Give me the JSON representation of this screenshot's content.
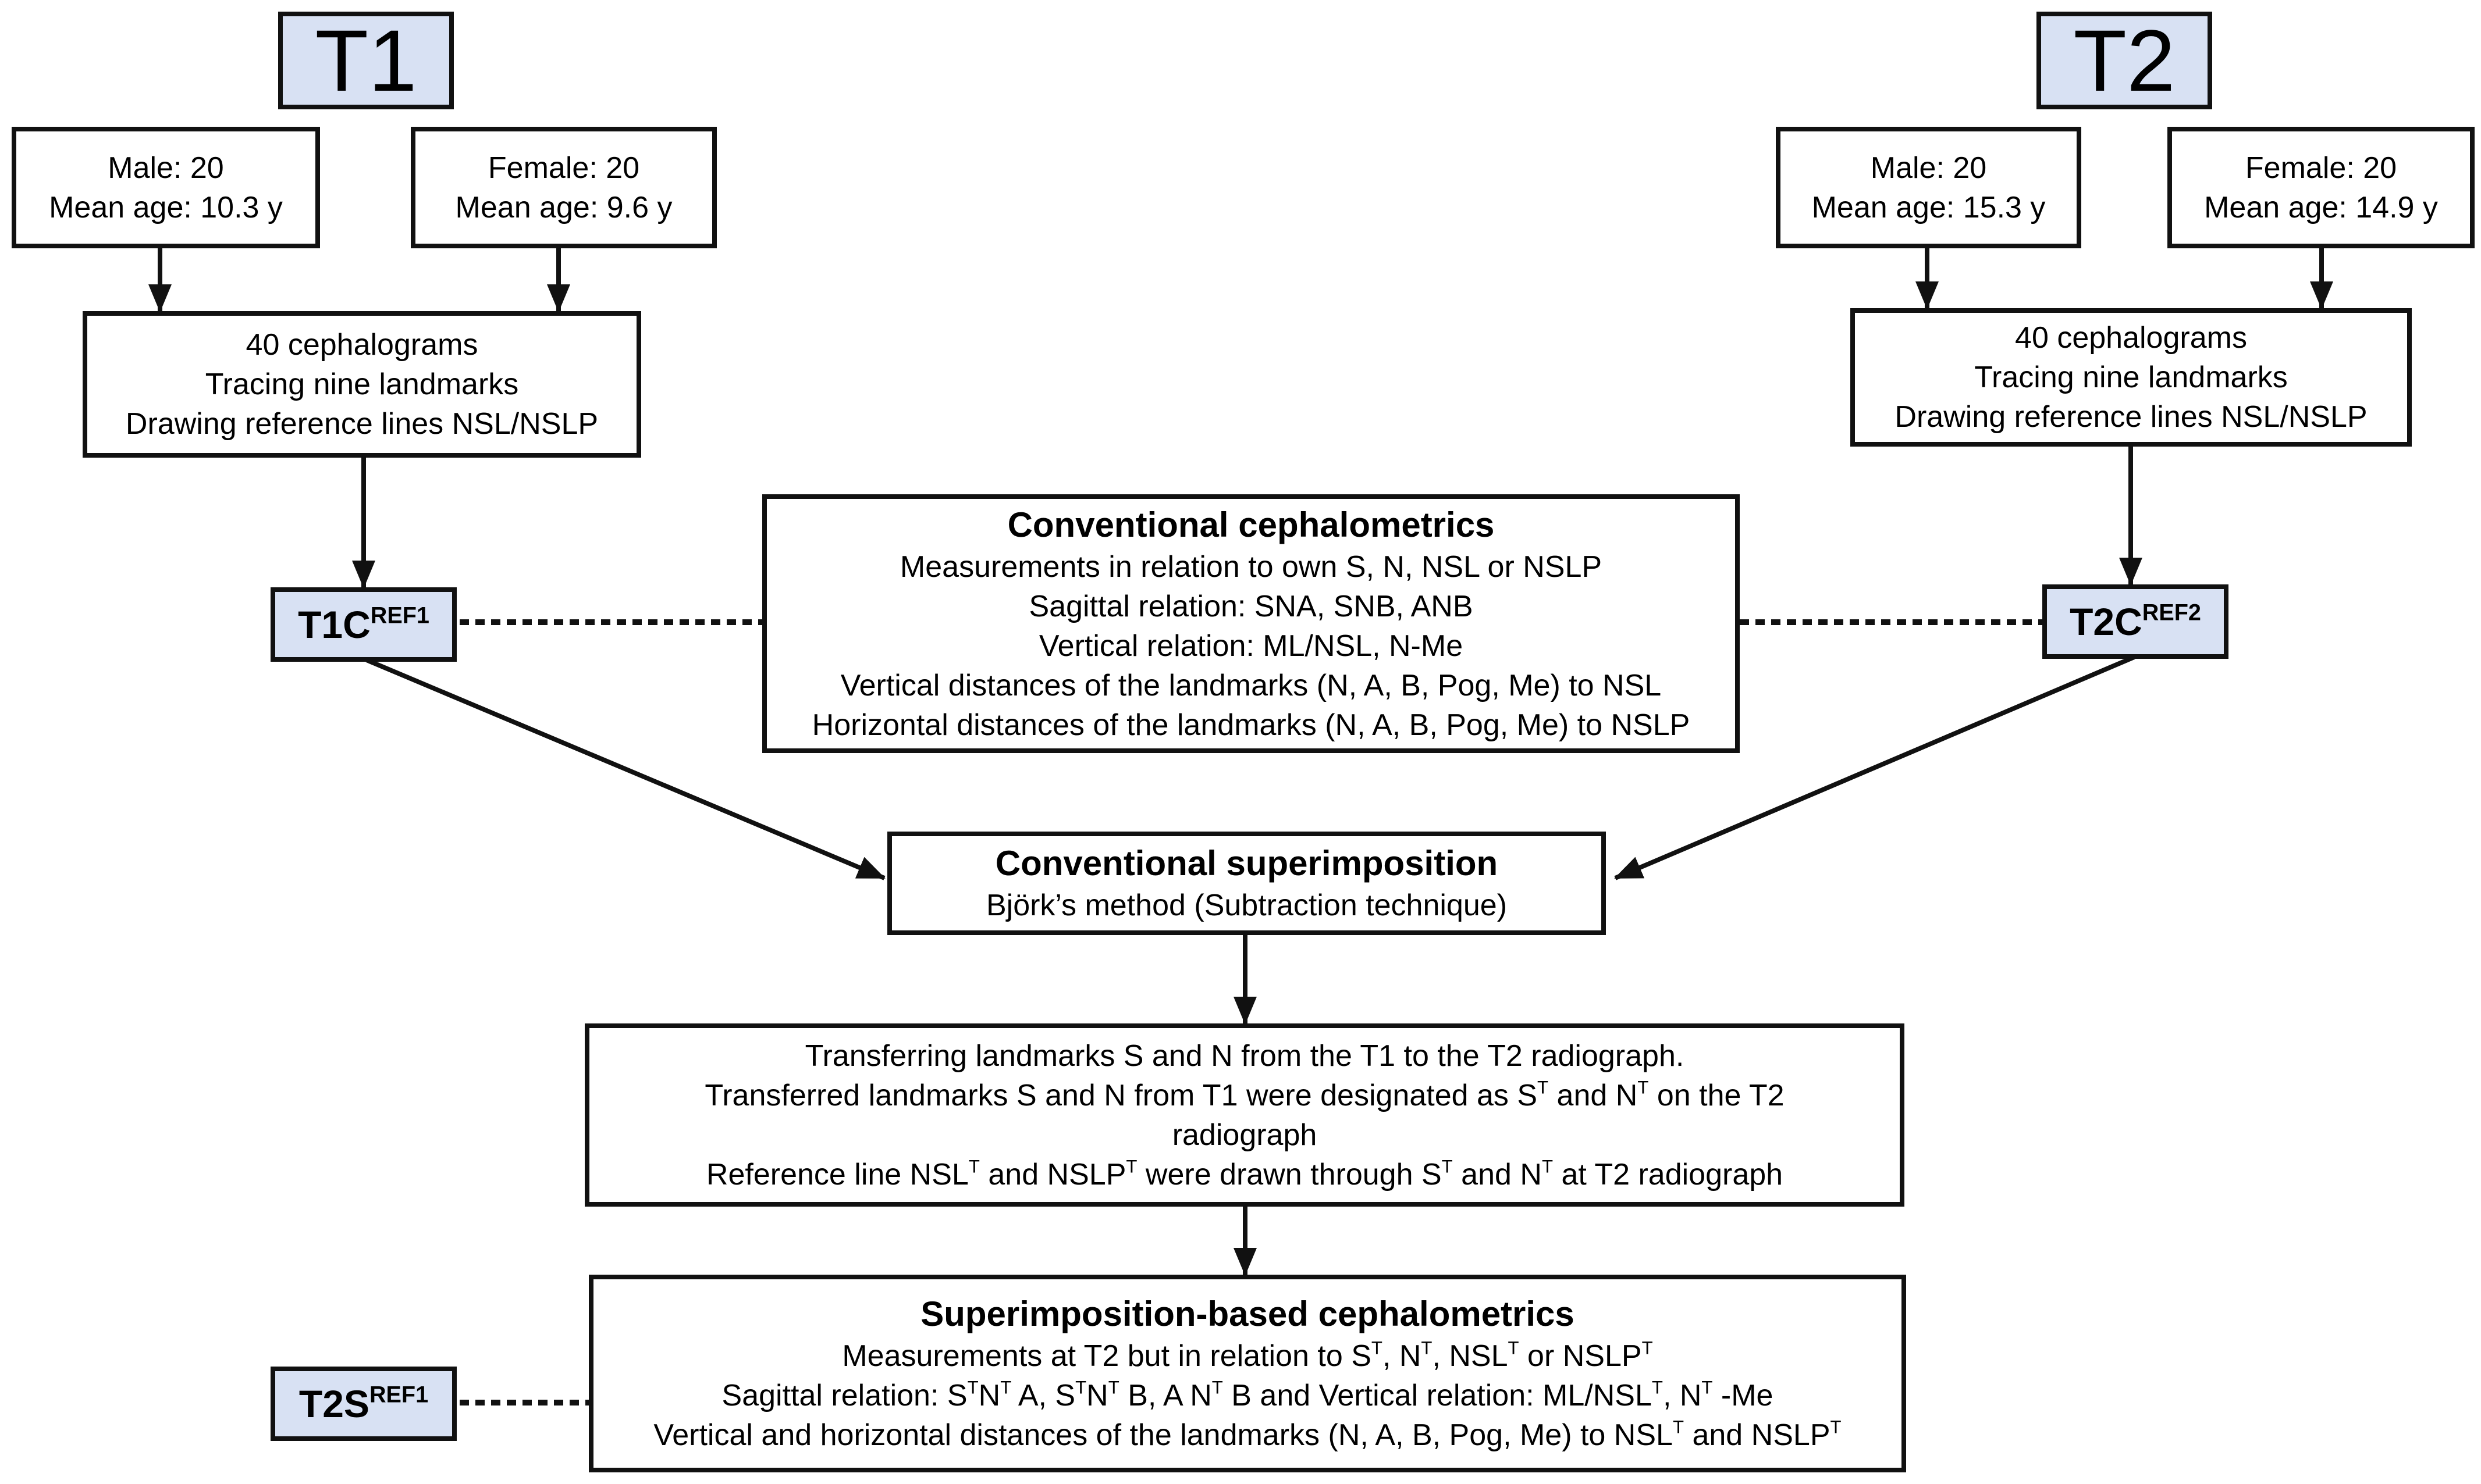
{
  "colors": {
    "label_fill": "#d8e1f3",
    "stroke": "#111111"
  },
  "t1": {
    "label": "T1",
    "male": {
      "line1": "Male: 20",
      "line2": "Mean age: 10.3 y"
    },
    "female": {
      "line1": "Female: 20",
      "line2": "Mean age: 9.6 y"
    },
    "process": {
      "line1": "40 cephalograms",
      "line2": "Tracing nine landmarks",
      "line3": "Drawing reference lines NSL/NSLP"
    },
    "ref": {
      "base": "T1C",
      "sup": "REF1"
    }
  },
  "t2": {
    "label": "T2",
    "male": {
      "line1": "Male: 20",
      "line2": "Mean age: 15.3 y"
    },
    "female": {
      "line1": "Female: 20",
      "line2": "Mean age: 14.9 y"
    },
    "process": {
      "line1": "40 cephalograms",
      "line2": "Tracing nine landmarks",
      "line3": "Drawing reference lines NSL/NSLP"
    },
    "ref": {
      "base": "T2C",
      "sup": "REF2"
    }
  },
  "conventional_cephalometrics": {
    "title": "Conventional cephalometrics",
    "line1": "Measurements in relation to own S, N, NSL or NSLP",
    "line2": "Sagittal relation: SNA, SNB, ANB",
    "line3": "Vertical relation: ML/NSL, N-Me",
    "line4": "Vertical distances of the landmarks (N, A, B, Pog, Me) to NSL",
    "line5": "Horizontal distances of the landmarks (N, A, B, Pog, Me) to NSLP"
  },
  "conventional_superimposition": {
    "title": "Conventional superimposition",
    "line1": "Björk’s method (Subtraction technique)"
  },
  "transfer": {
    "line1": "Transferring landmarks S and N from the T1 to the T2 radiograph.",
    "line2a": "Transferred landmarks S and N from T1 were designated as S",
    "line2b": " and N",
    "line2c": " on the T2",
    "line3": "radiograph",
    "line4a": "Reference line NSL",
    "line4b": " and NSLP",
    "line4c": " were drawn through S",
    "line4d": " and N",
    "line4e": " at T2 radiograph",
    "sup_t": "T"
  },
  "superimposition_based": {
    "title": "Superimposition-based cephalometrics",
    "line1a": "Measurements at T2 but in relation to S",
    "line1b": ", N",
    "line1c": ", NSL",
    "line1d": " or NSLP",
    "line2a": "Sagittal relation: S",
    "line2b": "N",
    "line2c": " A, S",
    "line2d": "N",
    "line2e": " B, A N",
    "line2f": " B and Vertical relation: ML/NSL",
    "line2g": ", N",
    "line2h": " -Me",
    "line3a": "Vertical and horizontal distances of the landmarks (N, A, B, Pog, Me) to NSL",
    "line3b": " and NSLP",
    "sup_t": "T",
    "ref": {
      "base": "T2S",
      "sup": "REF1"
    }
  }
}
